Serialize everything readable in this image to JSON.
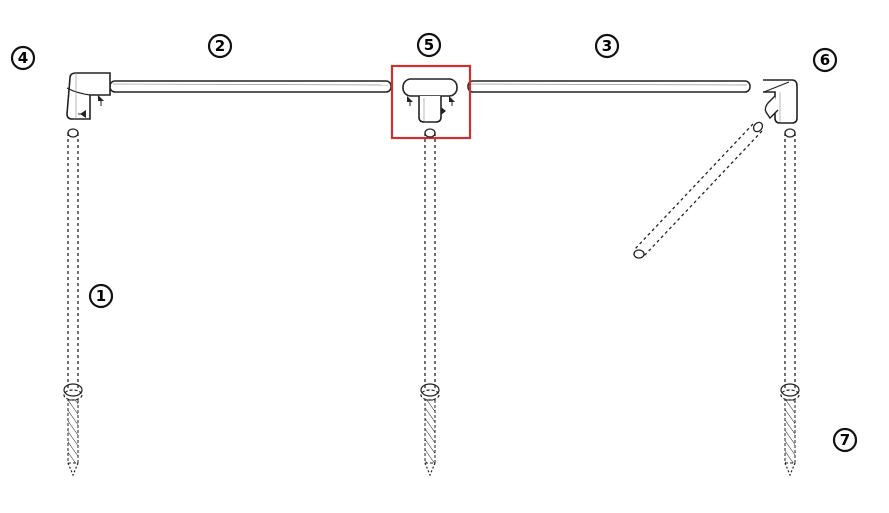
{
  "diagram": {
    "callouts": [
      {
        "id": "c1",
        "text": "1"
      },
      {
        "id": "c2",
        "text": "2"
      },
      {
        "id": "c3",
        "text": "3"
      },
      {
        "id": "c4",
        "text": "4"
      },
      {
        "id": "c5",
        "text": "5"
      },
      {
        "id": "c6",
        "text": "6"
      },
      {
        "id": "c7",
        "text": "7"
      }
    ],
    "highlight_color": "#d03030",
    "line_color": "#222222"
  }
}
